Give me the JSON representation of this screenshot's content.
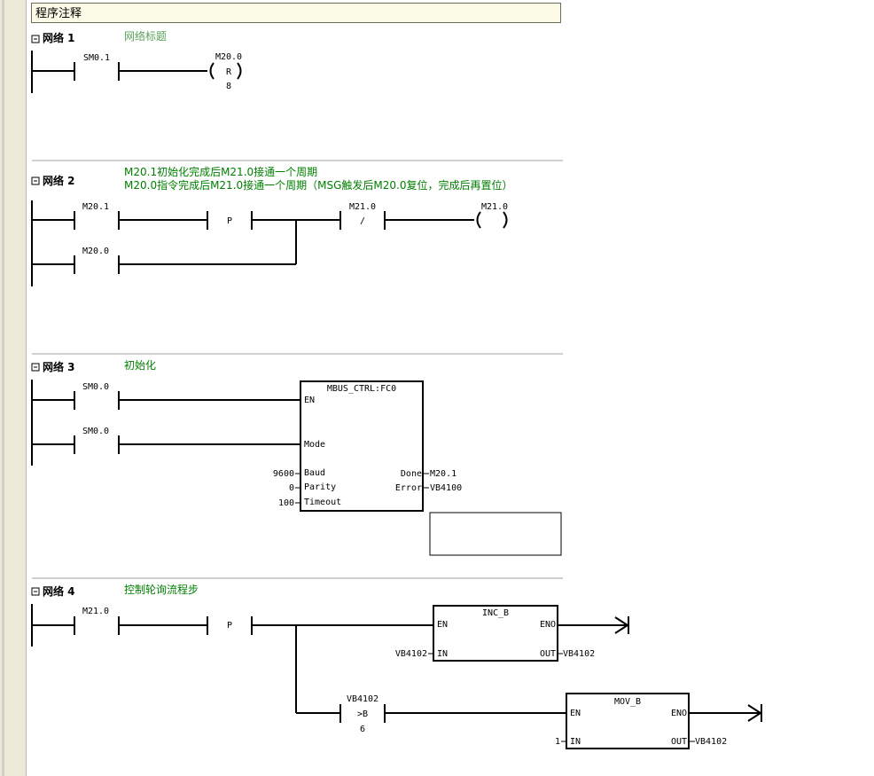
{
  "header": {
    "title": "程序注释"
  },
  "networks": [
    {
      "label": "网络 1",
      "comment_lines": [
        "网络标题"
      ],
      "contacts": [
        {
          "address": "SM0.1"
        }
      ],
      "coil": {
        "address": "M20.0",
        "type": "R",
        "count": "8"
      }
    },
    {
      "label": "网络 2",
      "comment_lines": [
        "M20.1初始化完成后M21.0接通一个周期",
        "M20.0指令完成后M21.0接通一个周期（MSG触发后M20.0复位，完成后再置位）"
      ],
      "contacts": [
        {
          "address": "M20.1"
        },
        {
          "address": "M20.0"
        }
      ],
      "edge": {
        "label": "P"
      },
      "nc_contact": {
        "address": "M21.0",
        "symbol": "/"
      },
      "coil": {
        "address": "M21.0"
      }
    },
    {
      "label": "网络 3",
      "comment_lines": [
        "初始化"
      ],
      "contacts": [
        {
          "address": "SM0.0"
        },
        {
          "address": "SM0.0"
        }
      ],
      "block": {
        "title": "MBUS_CTRL:FC0",
        "pins_in": [
          "EN",
          "Mode",
          "Baud",
          "Parity",
          "Timeout"
        ],
        "pins_out": [
          "Done",
          "Error"
        ],
        "in_values": {
          "Baud": "9600",
          "Parity": "0",
          "Timeout": "100"
        },
        "out_values": {
          "Done": "M20.1",
          "Error": "VB4100"
        }
      }
    },
    {
      "label": "网络 4",
      "comment_lines": [
        "控制轮询流程步"
      ],
      "contacts": [
        {
          "address": "M21.0"
        }
      ],
      "edge": {
        "label": "P"
      },
      "inc_block": {
        "title": "INC_B",
        "en": "EN",
        "eno": "ENO",
        "in": "IN",
        "out": "OUT",
        "in_value": "VB4102",
        "out_value": "VB4102"
      },
      "compare": {
        "address": "VB4102",
        "op": ">B",
        "value": "6"
      },
      "mov_block": {
        "title": "MOV_B",
        "en": "EN",
        "eno": "ENO",
        "in": "IN",
        "out": "OUT",
        "in_value": "1",
        "out_value": "VB4102"
      }
    }
  ]
}
